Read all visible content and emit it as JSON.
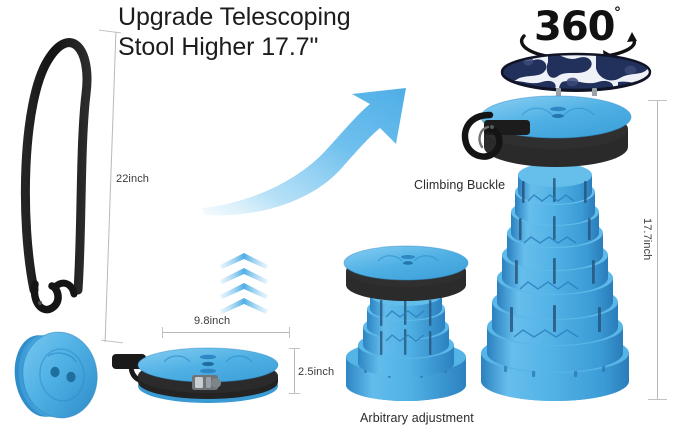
{
  "headline": {
    "line1": "Upgrade Telescoping",
    "line2": "Stool Higher 17.7\""
  },
  "badge": {
    "value": "360",
    "degree": "°",
    "icon": "rotation-arrows-icon"
  },
  "dimensions": {
    "strap_height": "22inch",
    "folded_width": "9.8inch",
    "folded_height": "2.5inch",
    "extended_height": "17.7inch"
  },
  "features": {
    "buckle": "Climbing Buckle",
    "adjustment": "Arbitrary adjustment"
  },
  "icons": {
    "up_chevrons": "chevron-up-stack-icon",
    "growth_arrow": "curved-up-arrow-icon",
    "carabiner": "carabiner-clip-icon"
  },
  "colors": {
    "product_blue": "#4FB0E4",
    "product_blue_light": "#7FCBF0",
    "product_blue_dark": "#2E86C4",
    "rubber_black": "#2A2A2A",
    "strap_black": "#171717",
    "camo_navy": "#22305C",
    "camo_white": "#F2F4F8",
    "arrow_blue": "#5FB8EC",
    "dimension_gray": "#B9B9B9",
    "text_dark": "#1C1C1C",
    "background": "#FFFFFF"
  },
  "products": [
    {
      "name": "collapsed-stool-with-strap",
      "state": "folded, shoulder strap"
    },
    {
      "name": "folded-flat-stool",
      "state": "folded flat with buckle strap"
    },
    {
      "name": "mid-height-stool",
      "state": "partially extended"
    },
    {
      "name": "full-height-stool",
      "state": "fully extended with cushion"
    }
  ]
}
